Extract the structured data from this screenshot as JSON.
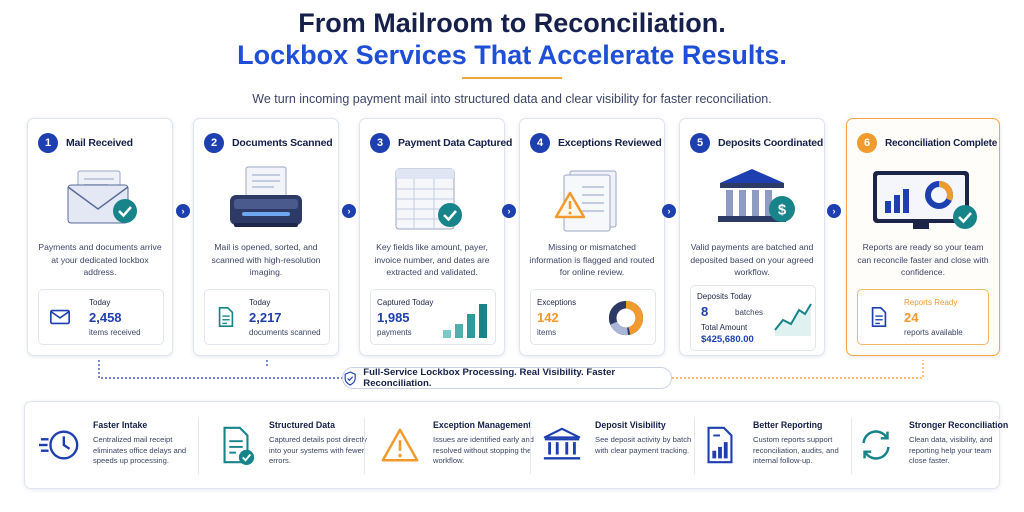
{
  "header": {
    "title_line1": "From Mailroom to Reconciliation.",
    "title_line2": "Lockbox Services That Accelerate Results.",
    "subtitle": "We turn incoming payment mail into structured data and clear visibility for faster reconciliation."
  },
  "steps": [
    {
      "number": "1",
      "title": "Mail Received",
      "description": "Payments and documents arrive at your dedicated lockbox address.",
      "stat_label": "Today",
      "stat_value": "2,458",
      "stat_unit": "items received",
      "icon": "envelope-check"
    },
    {
      "number": "2",
      "title": "Documents Scanned",
      "description": "Mail is opened, sorted, and scanned with high-resolution imaging.",
      "stat_label": "Today",
      "stat_value": "2,217",
      "stat_unit": "documents scanned",
      "icon": "scanner"
    },
    {
      "number": "3",
      "title": "Payment Data Captured",
      "description": "Key fields like amount, payer, invoice number, and dates are extracted and validated.",
      "stat_label": "Captured Today",
      "stat_value": "1,985",
      "stat_unit": "payments",
      "icon": "spreadsheet-check"
    },
    {
      "number": "4",
      "title": "Exceptions Reviewed",
      "description": "Missing or mismatched information is flagged and routed for online review.",
      "stat_label": "Exceptions",
      "stat_value": "142",
      "stat_unit": "items",
      "icon": "warning-documents"
    },
    {
      "number": "5",
      "title": "Deposits Coordinated",
      "description": "Valid payments are batched and deposited based on your agreed workflow.",
      "stat_label": "Deposits Today",
      "stat_value": "8",
      "stat_unit": "batches",
      "stat_label2": "Total Amount",
      "stat_value2": "$425,680.00",
      "icon": "bank-dollar"
    },
    {
      "number": "6",
      "title": "Reconciliation Complete",
      "description": "Reports are ready so your team can reconcile faster and close with confidence.",
      "stat_label": "Reports Ready",
      "stat_value": "24",
      "stat_unit": "reports available",
      "icon": "monitor-dashboard"
    }
  ],
  "banner": {
    "text": "Full-Service Lockbox Processing. Real Visibility. Faster Reconciliation."
  },
  "features": [
    {
      "title": "Faster Intake",
      "description": "Centralized mail receipt eliminates office delays and speeds up processing.",
      "icon": "fast-clock"
    },
    {
      "title": "Structured Data",
      "description": "Captured details post directly into your systems with fewer errors.",
      "icon": "document-check"
    },
    {
      "title": "Exception Management",
      "description": "Issues are identified early and resolved without stopping the workflow.",
      "icon": "warning"
    },
    {
      "title": "Deposit Visibility",
      "description": "See deposit activity by batch with clear payment tracking.",
      "icon": "bank"
    },
    {
      "title": "Better Reporting",
      "description": "Custom reports support reconciliation, audits, and internal follow-up.",
      "icon": "report-chart"
    },
    {
      "title": "Stronger Reconciliation",
      "description": "Clean data, visibility, and reporting help your team close faster.",
      "icon": "sync-arrows"
    }
  ],
  "colors": {
    "navy": "#16204a",
    "blue": "#1e3fb0",
    "teal": "#17848a",
    "orange": "#f29a2e"
  }
}
